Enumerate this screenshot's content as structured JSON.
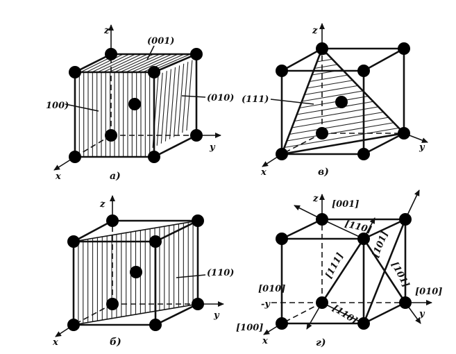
{
  "panels": {
    "a": {
      "sublabel": "а)",
      "axes": {
        "x": "x",
        "y": "y",
        "z": "z"
      },
      "planes": [
        {
          "label": "(001)"
        },
        {
          "label": "100)"
        },
        {
          "label": "(010)"
        }
      ]
    },
    "v": {
      "sublabel": "в)",
      "axes": {
        "x": "x",
        "y": "y",
        "z": "z"
      },
      "planes": [
        {
          "label": "(111)"
        }
      ]
    },
    "b": {
      "sublabel": "б)",
      "axes": {
        "x": "x",
        "y": "y",
        "z": "z"
      },
      "planes": [
        {
          "label": "(110)"
        }
      ]
    },
    "g": {
      "sublabel": "г)",
      "axes": {
        "x": "x",
        "y": "y",
        "neg_y": "-y",
        "z": "z"
      },
      "directions": [
        {
          "label": "[001]"
        },
        {
          "label": "[110]"
        },
        {
          "label": "[111]"
        },
        {
          "label": "[101]"
        },
        {
          "label": "[101]"
        },
        {
          "label": "[010]"
        },
        {
          "label": "[010]"
        },
        {
          "label": "[110]"
        },
        {
          "label": "[100]"
        }
      ]
    }
  },
  "colors": {
    "ink": "#111111",
    "background": "#ffffff"
  }
}
